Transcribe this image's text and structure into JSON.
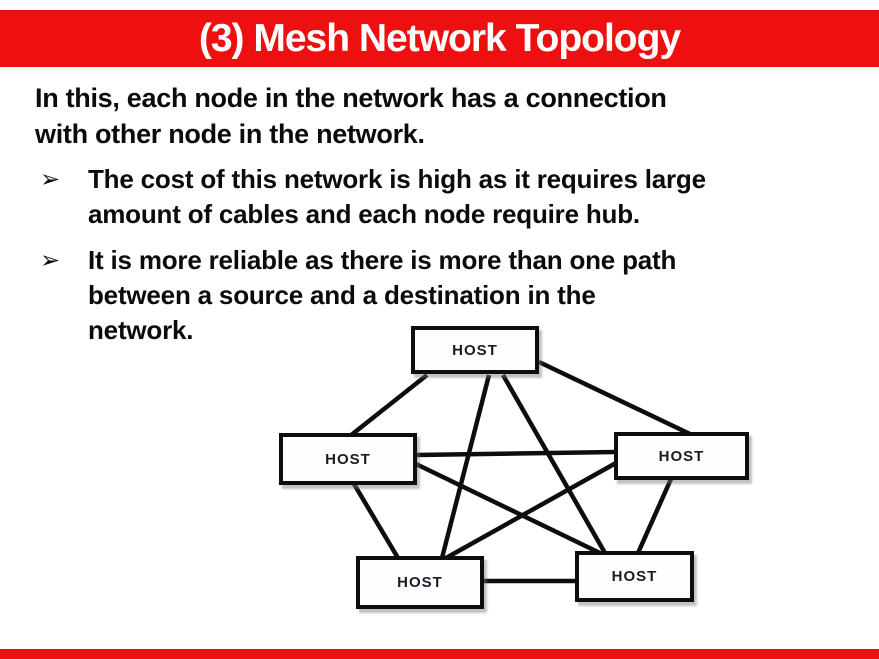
{
  "slide_title": "(3) Mesh Network Topology",
  "intro": {
    "line1": "In this, each node in the network has a connection",
    "line2": "with other node in the network."
  },
  "bullets": [
    {
      "marker": "➢",
      "line1": "The cost of this network is high as it requires large",
      "line2": "amount of cables and each node require hub."
    },
    {
      "marker": "➢",
      "line1": "It is more reliable as there is more than one path",
      "line2": "between a source and a destination in the",
      "line3": "network."
    }
  ],
  "diagram": {
    "type": "mesh-topology",
    "nodes": [
      {
        "id": "top",
        "label": "HOST"
      },
      {
        "id": "left",
        "label": "HOST"
      },
      {
        "id": "right",
        "label": "HOST"
      },
      {
        "id": "bottom-left",
        "label": "HOST"
      },
      {
        "id": "bottom-right",
        "label": "HOST"
      }
    ],
    "edges": [
      [
        "top",
        "left"
      ],
      [
        "top",
        "right"
      ],
      [
        "top",
        "bottom-left"
      ],
      [
        "top",
        "bottom-right"
      ],
      [
        "left",
        "right"
      ],
      [
        "left",
        "bottom-left"
      ],
      [
        "left",
        "bottom-right"
      ],
      [
        "right",
        "bottom-left"
      ],
      [
        "right",
        "bottom-right"
      ],
      [
        "bottom-left",
        "bottom-right"
      ]
    ]
  },
  "colors": {
    "accent_red": "#ee1010",
    "text": "#0b0b0b",
    "diagram_line": "#0d0d0d"
  }
}
